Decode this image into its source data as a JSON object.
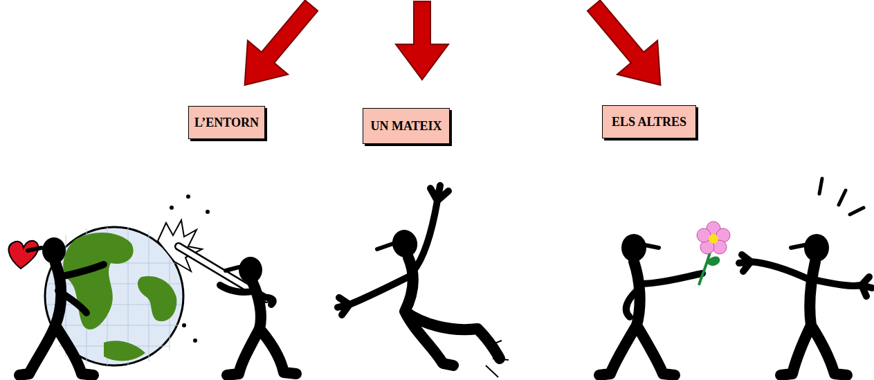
{
  "diagram": {
    "nodes": [
      {
        "text": [
          "L’ENTORN"
        ]
      },
      {
        "text": [
          "UN MATEIX"
        ]
      },
      {
        "text": [
          "ELS ALTRES"
        ]
      }
    ]
  }
}
